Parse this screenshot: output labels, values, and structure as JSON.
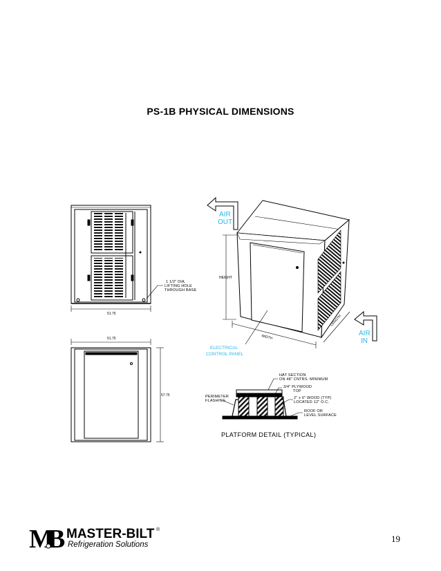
{
  "page": {
    "title": "PS-1B PHYSICAL DIMENSIONS",
    "page_number": "19"
  },
  "front_view": {
    "width_label": "51.75",
    "lifting_note_1": "1 1/2\" DIA.",
    "lifting_note_2": "LIFTING HOLE",
    "lifting_note_3": "THROUGH BASE"
  },
  "side_view": {
    "width_label": "51.75",
    "height_label": "57.75"
  },
  "iso_view": {
    "air_out_1": "AIR",
    "air_out_2": "OUT",
    "air_in_1": "AIR",
    "air_in_2": "IN",
    "height_label": "HEIGHT",
    "width_label": "WIDTH",
    "length_label": "LENGTH",
    "electrical_1": "ELECTRICAL",
    "electrical_2": "CONTROL PANEL"
  },
  "platform": {
    "note_1a": "HAT SECTION",
    "note_1b": "ON 48\" CNTRS. MINIMUM",
    "note_2a": "3/4\" PLYWOOD",
    "note_2b": "TOP",
    "note_3a": "2\" x 6\" WOOD (TYP)",
    "note_3b": "LOCATED 12\" O.C.",
    "note_4a": "ROOF OR",
    "note_4b": "LEVEL SURFACE",
    "perimeter_1": "PERIMETER",
    "perimeter_2": "FLASHING",
    "caption": "PLATFORM DETAIL (TYPICAL)"
  },
  "logo": {
    "brand": "MASTER-BILT",
    "tagline": "Refrigeration Solutions",
    "registered": "®",
    "monogram_m": "M",
    "monogram_b": "B"
  }
}
